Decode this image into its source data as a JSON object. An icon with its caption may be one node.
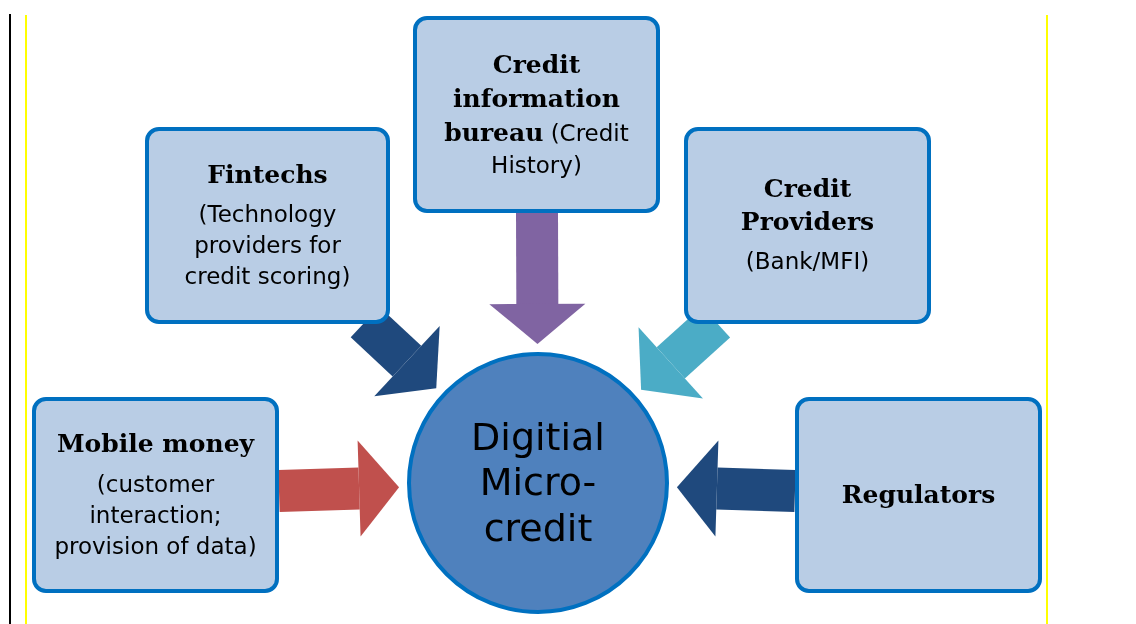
{
  "diagram": {
    "nodes": [
      {
        "text": [
          "**Credit information bureau** (Credit History)"
        ]
      },
      {
        "text": [
          "Fintechs",
          "(Technology providers for credit scoring)"
        ]
      },
      {
        "text": [
          "Credit Providers",
          "(Bank/MFI)"
        ]
      },
      {
        "text": [
          "Mobile money",
          "(customer interaction; provision of data)"
        ]
      },
      {
        "text": [
          "Digitial Micro-credit"
        ]
      },
      {
        "text": [
          "Regulators"
        ]
      }
    ],
    "edges": [
      {
        "from": 1,
        "to": 4,
        "arrow": "to",
        "color": "#1f497d"
      },
      {
        "from": 0,
        "to": 4,
        "arrow": "to",
        "color": "#8064a2"
      },
      {
        "from": 2,
        "to": 4,
        "arrow": "to",
        "color": "#4bacc6"
      },
      {
        "from": 3,
        "to": 4,
        "arrow": "to",
        "color": "#c0504d"
      },
      {
        "from": 5,
        "to": 4,
        "arrow": "to",
        "color": "#1f497d"
      }
    ]
  }
}
